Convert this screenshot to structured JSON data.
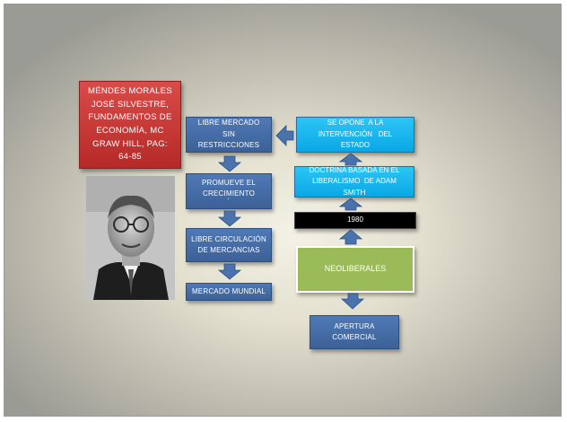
{
  "citation": "MÉNDES MORALES JOSÉ SILVESTRE, FUNDAMENTOS DE ECONOMÍA, MC GRAW HILL, PAG: 64-85",
  "left_column": {
    "box1": "LIBRE MERCADO SIN RESTRICCIONES",
    "box2": "PROMUEVE EL CRECIMIENTO",
    "box2_mark": "´",
    "box3": "LIBRE CIRCULACIÓN DE MERCANCIAS",
    "box4": "MERCADO MUNDIAL"
  },
  "right_column": {
    "top": "SE OPONE  A LA INTERVENCIÓN   DEL ESTADO",
    "doctrine": "DOCTRINA BASADA EN EL LIBERALISMO  DE ADAM SMITH",
    "year": "1980",
    "main": "NEOLIBERALES",
    "bottom": "APERTURA COMERCIAL"
  },
  "colors": {
    "blue_box": "#4a72ad",
    "cyan_box": "#14b3ee",
    "red_box": "#c83a38",
    "green_box": "#9bbb59",
    "arrow": "#4a72ad"
  }
}
